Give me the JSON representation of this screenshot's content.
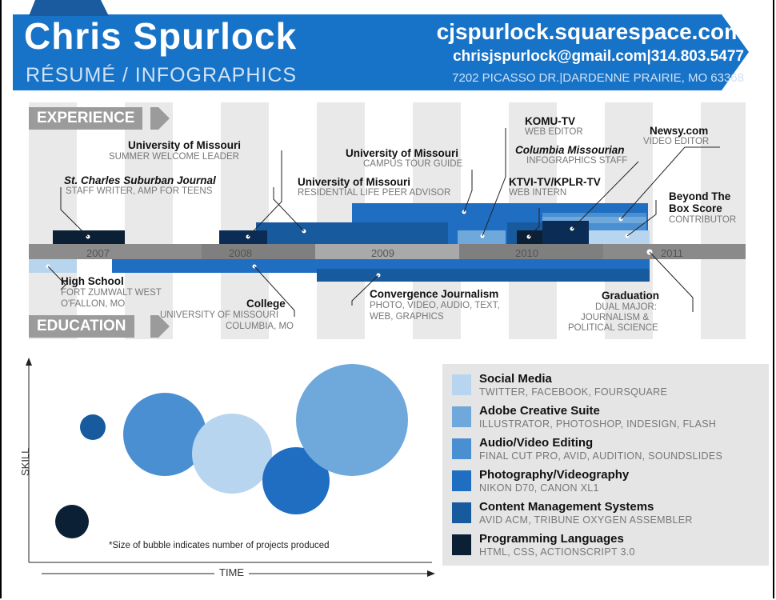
{
  "header": {
    "name": "Chris Spurlock",
    "subtitle": "RÉSUMÉ / INFOGRAPHICS",
    "website": "cjspurlock.squarespace.com",
    "contact": "chrisjspurlock@gmail.com|314.803.5477",
    "address": "7202 PICASSO DR.|DARDENNE PRAIRIE, MO 63368"
  },
  "timeline": {
    "experience_label": "EXPERIENCE",
    "education_label": "EDUCATION",
    "years": [
      "2007",
      "2008",
      "2009",
      "2010",
      "2011"
    ],
    "experience": [
      {
        "title": "St. Charles Suburban Journal",
        "detail": "STAFF WRITER, AMP FOR TEENS"
      },
      {
        "title": "University of Missouri",
        "detail": "SUMMER WELCOME LEADER"
      },
      {
        "title": "University of Missouri",
        "detail": "RESIDENTIAL LIFE PEER ADVISOR"
      },
      {
        "title": "University of Missouri",
        "detail": "CAMPUS TOUR GUIDE"
      },
      {
        "title": "KOMU-TV",
        "detail": "WEB EDITOR"
      },
      {
        "title": "Columbia Missourian",
        "detail": "INFOGRAPHICS STAFF"
      },
      {
        "title": "KTVI-TV/KPLR-TV",
        "detail": "WEB INTERN"
      },
      {
        "title": "Newsy.com",
        "detail": "VIDEO EDITOR"
      },
      {
        "title": "Beyond The Box Score",
        "detail": "CONTRIBUTOR"
      }
    ],
    "education": [
      {
        "title": "High School",
        "detail_1": "FORT ZUMWALT WEST",
        "detail_2": "O'FALLON, MO"
      },
      {
        "title": "College",
        "detail_1": "UNIVERSITY OF MISSOURI",
        "detail_2": "COLUMBIA, MO"
      },
      {
        "title": "Convergence Journalism",
        "detail_1": "PHOTO, VIDEO, AUDIO, TEXT,",
        "detail_2": "WEB, GRAPHICS"
      },
      {
        "title": "Graduation",
        "detail_1": "DUAL MAJOR:",
        "detail_2": "JOURNALISM &",
        "detail_3": "POLITICAL SCIENCE"
      }
    ]
  },
  "skills_chart": {
    "y_label": "SKILL",
    "x_label": "TIME",
    "note": "*Size of bubble indicates number of projects produced"
  },
  "skills": [
    {
      "title": "Social Media",
      "detail": "TWITTER, FACEBOOK, FOURSQUARE",
      "color": "#b7d5ef"
    },
    {
      "title": "Adobe Creative Suite",
      "detail": "ILLUSTRATOR, PHOTOSHOP, INDESIGN, FLASH",
      "color": "#6fa9dc"
    },
    {
      "title": "Audio/Video Editing",
      "detail": "FINAL CUT PRO, AVID, AUDITION, SOUNDSLIDES",
      "color": "#4a8fd1"
    },
    {
      "title": "Photography/Videography",
      "detail": "NIKON D70, CANON XL1",
      "color": "#1f6ec2"
    },
    {
      "title": "Content Management Systems",
      "detail": "AVID ACM, TRIBUNE OXYGEN ASSEMBLER",
      "color": "#175a9e"
    },
    {
      "title": "Programming Languages",
      "detail": "HTML, CSS, ACTIONSCRIPT 3.0",
      "color": "#0b1f35"
    }
  ],
  "colors": {
    "brand_blue": "#1773c7",
    "dark_navy": "#0b1f35",
    "timeline_gray": "#7f7f7f",
    "stripe_gray": "#e8e8e8"
  }
}
